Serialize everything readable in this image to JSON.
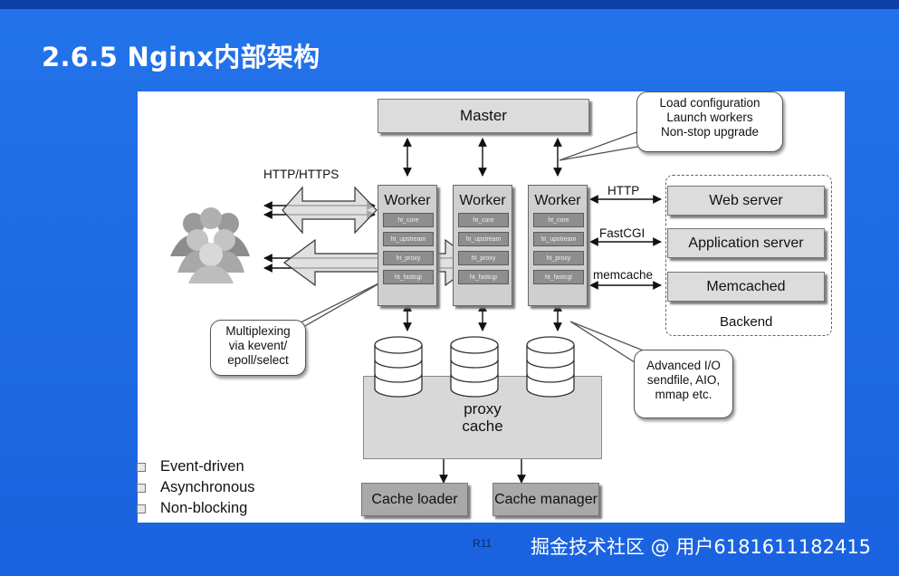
{
  "slide": {
    "title": "2.6.5 Nginx内部架构",
    "footer_label": "R11",
    "watermark": "掘金技术社区 @ 用户6181611182415"
  },
  "diagram": {
    "master": "Master",
    "master_callout": [
      "Load configuration",
      "Launch workers",
      "Non-stop upgrade"
    ],
    "workers": [
      {
        "label": "Worker",
        "modules": [
          "ht_core",
          "ht_upstream",
          "ht_proxy",
          "ht_fastcgi"
        ]
      },
      {
        "label": "Worker",
        "modules": [
          "ht_core",
          "ht_upstream",
          "ht_proxy",
          "ht_fastcgi"
        ]
      },
      {
        "label": "Worker",
        "modules": [
          "ht_core",
          "ht_upstream",
          "ht_proxy",
          "ht_fastcgi"
        ]
      }
    ],
    "client_protocol": "HTTP/HTTPS",
    "backend_protocols": [
      "HTTP",
      "FastCGI",
      "memcache"
    ],
    "backend_servers": [
      "Web server",
      "Application server",
      "Memcached"
    ],
    "backend_label": "Backend",
    "multiplex_callout": [
      "Multiplexing",
      "via kevent/",
      "epoll/select"
    ],
    "io_callout": [
      "Advanced I/O",
      "sendfile, AIO,",
      "mmap etc."
    ],
    "proxy_cache": [
      "proxy",
      "cache"
    ],
    "cache_loader": "Cache loader",
    "cache_manager": "Cache manager",
    "features": [
      "Event-driven",
      "Asynchronous",
      "Non-blocking"
    ],
    "icons": [
      "users-icon",
      "disk-icon"
    ]
  }
}
